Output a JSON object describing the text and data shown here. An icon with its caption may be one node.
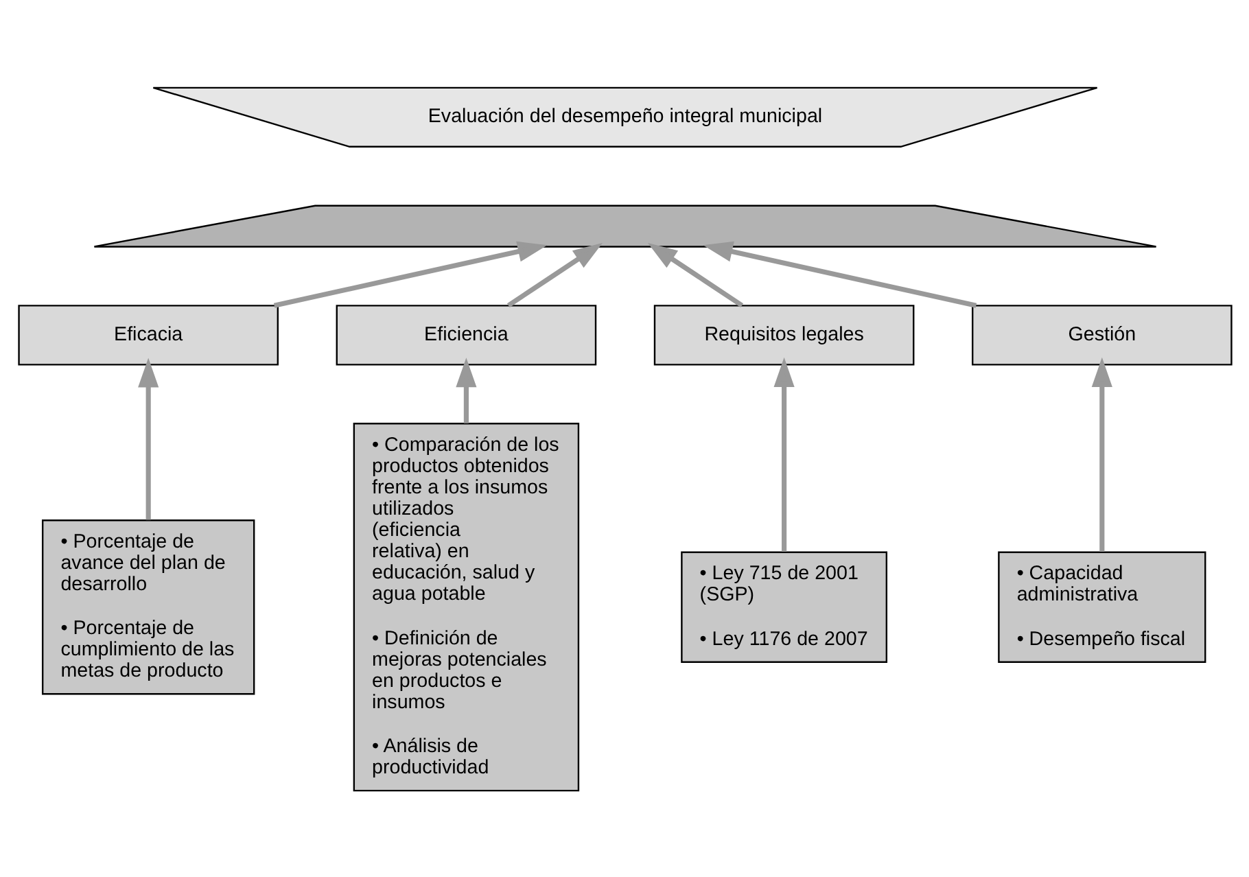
{
  "diagram": {
    "nodes": [
      {
        "text": [
          "Evaluación del desempeño integral municipal"
        ]
      },
      {
        "text": [],
        "shape": "bar"
      },
      {
        "text": [
          "Eficacia"
        ]
      },
      {
        "text": [
          "Eficiencia"
        ]
      },
      {
        "text": [
          "Requisitos legales"
        ]
      },
      {
        "text": [
          "Gestión"
        ]
      },
      {
        "text": [
          "• Porcentaje de avance del plan de desarrollo",
          "• Porcentaje de cumplimiento de las metas de producto"
        ]
      },
      {
        "text": [
          "• Comparación de los productos obtenidos frente a los insumos utilizados (eficiencia relativa) en educación, salud y agua potable",
          "• Definición de mejoras potenciales en productos e insumos",
          "• Análisis de productividad"
        ]
      },
      {
        "text": [
          "• Ley 715 de 2001 (SGP)",
          "• Ley 1176 de 2007"
        ]
      },
      {
        "text": [
          "• Capacidad administrativa",
          "• Desempeño fiscal"
        ]
      }
    ],
    "edges": [
      {
        "from": 2,
        "to": 1,
        "arrow": "to"
      },
      {
        "from": 3,
        "to": 1,
        "arrow": "to"
      },
      {
        "from": 4,
        "to": 1,
        "arrow": "to"
      },
      {
        "from": 5,
        "to": 1,
        "arrow": "to"
      },
      {
        "from": 6,
        "to": 2,
        "arrow": "to"
      },
      {
        "from": 7,
        "to": 3,
        "arrow": "to"
      },
      {
        "from": 8,
        "to": 4,
        "arrow": "to"
      },
      {
        "from": 9,
        "to": 5,
        "arrow": "to"
      }
    ]
  }
}
